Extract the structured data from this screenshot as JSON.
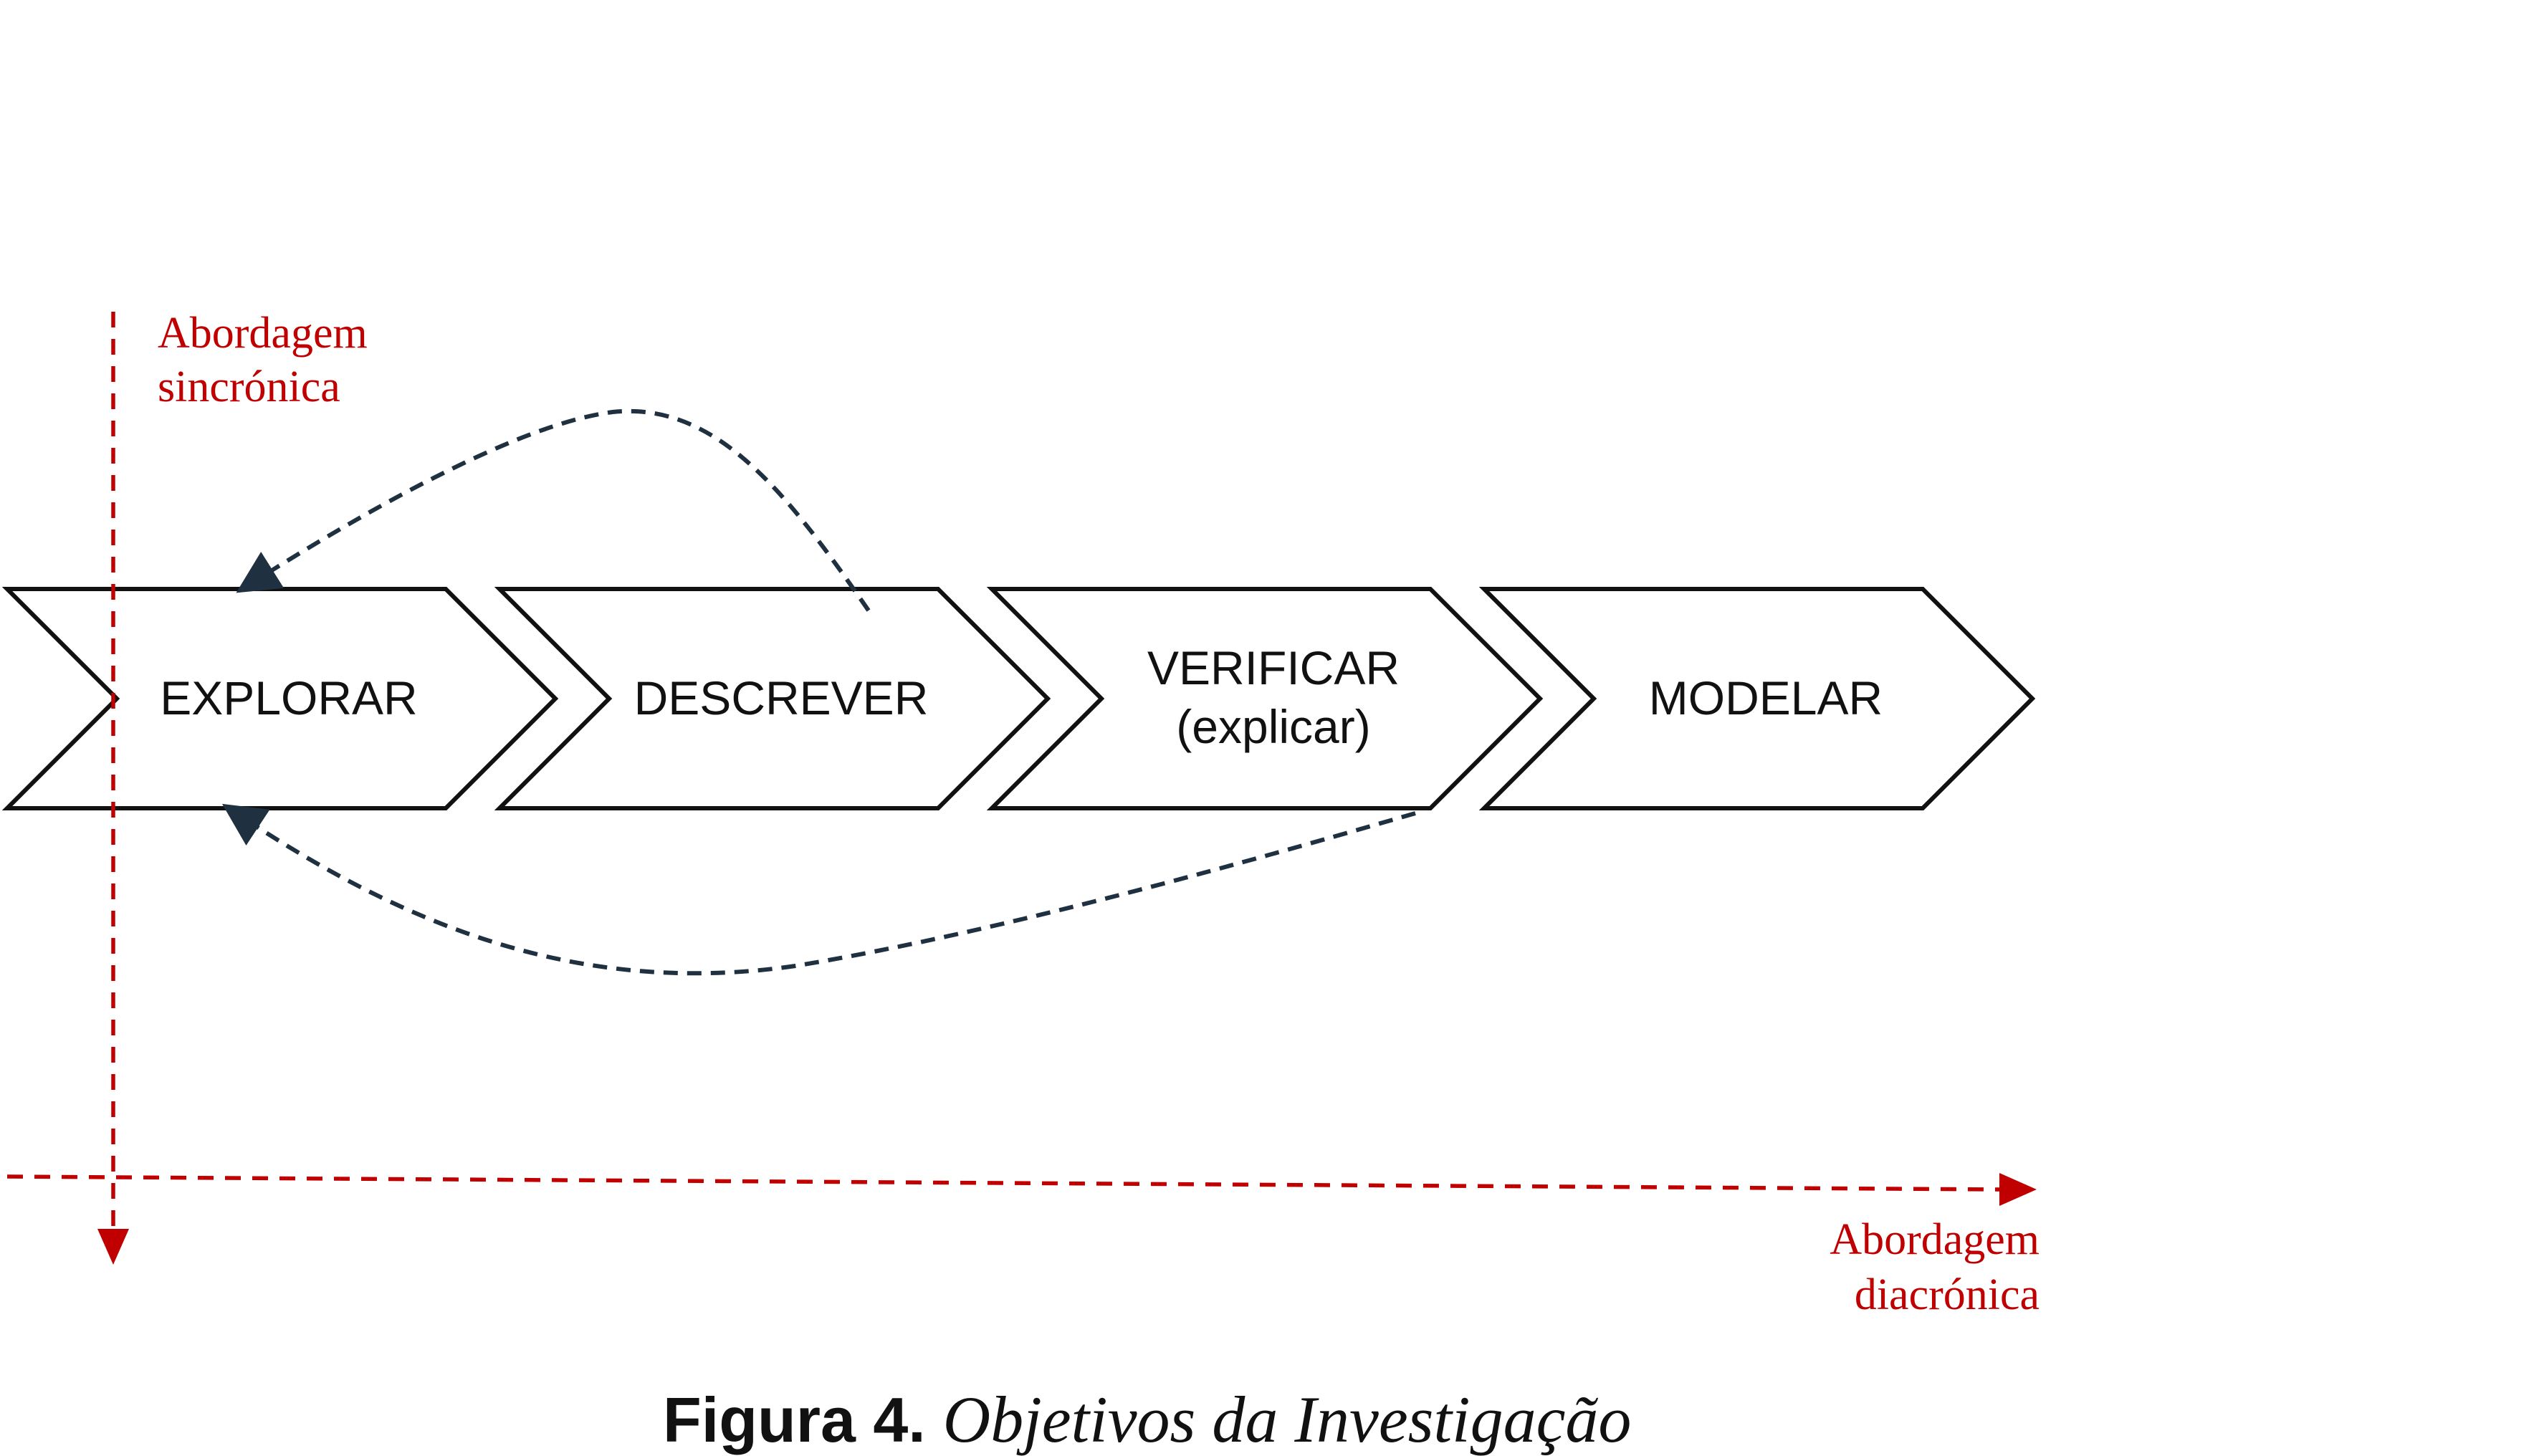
{
  "colors": {
    "axis": "#c00000",
    "feedback_arrow": "#1f3140",
    "outline": "#111111",
    "text": "#111111"
  },
  "axes": {
    "synchronic_label": [
      "Abordagem",
      "sincrónica"
    ],
    "diachronic_label": [
      "Abordagem",
      "diacrónica"
    ]
  },
  "stages": [
    {
      "lines": [
        "EXPLORAR"
      ]
    },
    {
      "lines": [
        "DESCREVER"
      ]
    },
    {
      "lines": [
        "VERIFICAR",
        "(explicar)"
      ]
    },
    {
      "lines": [
        "MODELAR"
      ]
    }
  ],
  "feedback_arrows": [
    {
      "from": "DESCREVER",
      "to": "EXPLORAR",
      "side": "top"
    },
    {
      "from": "VERIFICAR",
      "to": "EXPLORAR",
      "side": "bottom"
    }
  ],
  "caption": {
    "label": "Figura 4.",
    "text": "Objetivos da Investigação"
  }
}
